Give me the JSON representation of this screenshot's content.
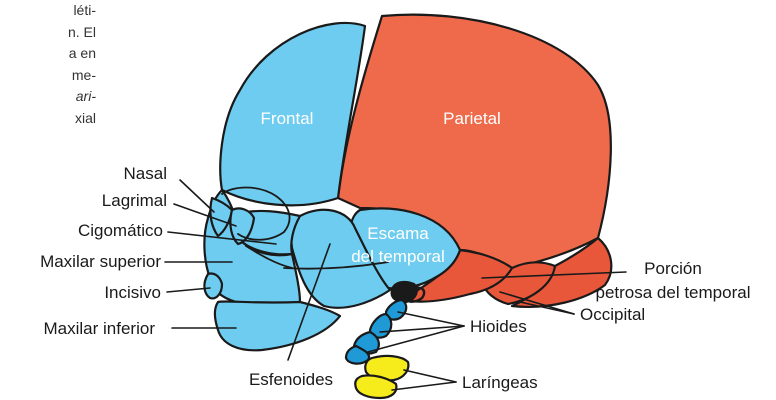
{
  "colors": {
    "neurocranium_blue": "#6dccef",
    "parietal_red": "#ee6a4a",
    "occipital_red": "#e9573a",
    "hyoid_blue": "#1f9ad6",
    "larynx_yellow": "#f7ec1b",
    "outline": "#1a1a1a"
  },
  "prose_fragment": [
    "léti-",
    "n. El",
    "a en",
    "me-",
    "ari-",
    "xial"
  ],
  "bones": {
    "frontal": "Frontal",
    "parietal": "Parietal",
    "escama_line1": "Escama",
    "escama_line2": "del temporal"
  },
  "callouts": {
    "nasal": "Nasal",
    "lagrimal": "Lagrimal",
    "cigomatico": "Cigomático",
    "maxilar_superior": "Maxilar superior",
    "incisivo": "Incisivo",
    "maxilar_inferior": "Maxilar inferior",
    "esfenoides": "Esfenoides",
    "porcion_line1": "Porción",
    "porcion_line2": "petrosa del temporal",
    "occipital": "Occipital",
    "hioides": "Hioides",
    "laringeas": "Laríngeas"
  }
}
